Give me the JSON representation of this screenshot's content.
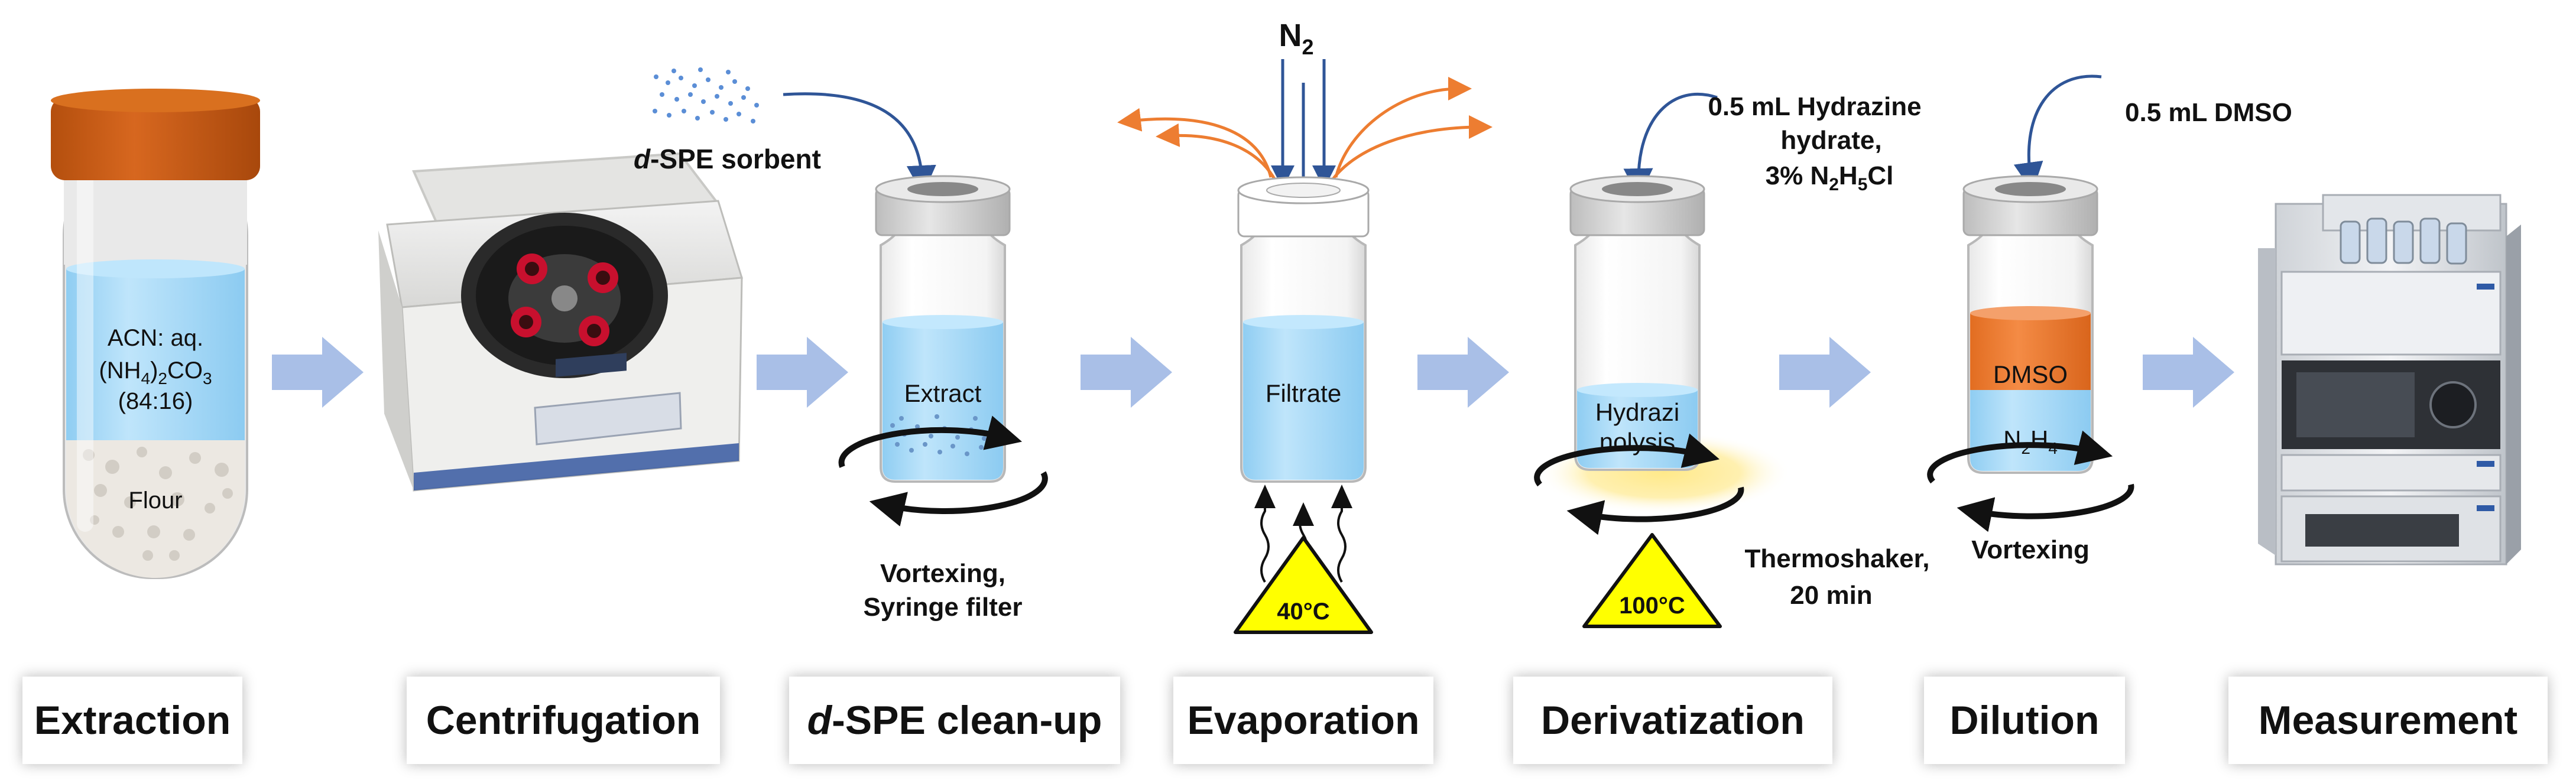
{
  "colors": {
    "liquid": "#9fd6f6",
    "arrow": "#a9bfe7",
    "vapor": "#ed7d31",
    "dmso": "#ed7d31",
    "cap": "#d9d9d9",
    "extraction_cap": "#c55a11",
    "heat": "#ffff00",
    "callout_arrow": "#2f5597"
  },
  "stages": [
    {
      "label_prefix": "",
      "label_italic": "",
      "label_main": "Extraction"
    },
    {
      "label_prefix": "",
      "label_italic": "",
      "label_main": "Centrifugation"
    },
    {
      "label_prefix": "",
      "label_italic": "d",
      "label_main": "-SPE clean-up"
    },
    {
      "label_prefix": "",
      "label_italic": "",
      "label_main": "Evaporation"
    },
    {
      "label_prefix": "",
      "label_italic": "",
      "label_main": "Derivatization"
    },
    {
      "label_prefix": "",
      "label_italic": "",
      "label_main": "Dilution"
    },
    {
      "label_prefix": "",
      "label_italic": "",
      "label_main": "Measurement"
    }
  ],
  "extraction": {
    "solvent_line1": "ACN: aq.",
    "solvent_line2": "(NH4)2CO3",
    "solvent_line3": "(84:16)",
    "solid": "Flour"
  },
  "dspe": {
    "sorbent_italic": "d",
    "sorbent_label": "-SPE sorbent",
    "vial_content": "Extract",
    "note_line1": "Vortexing,",
    "note_line2": "Syringe filter"
  },
  "evaporation": {
    "gas": "N2",
    "vial_content": "Filtrate",
    "temperature": "40°C"
  },
  "derivatization": {
    "reagent_line1": "0.5 mL Hydrazine",
    "reagent_line2": "hydrate,",
    "reagent_line3": "3% N2H5Cl",
    "vial_content_line1": "Hydrazi",
    "vial_content_line2": "nolysis",
    "temperature": "100°C",
    "note_line1": "Thermoshaker,",
    "note_line2": "20 min"
  },
  "dilution": {
    "reagent": "0.5 mL DMSO",
    "upper_layer": "DMSO",
    "lower_layer": "N2H4",
    "note": "Vortexing"
  }
}
